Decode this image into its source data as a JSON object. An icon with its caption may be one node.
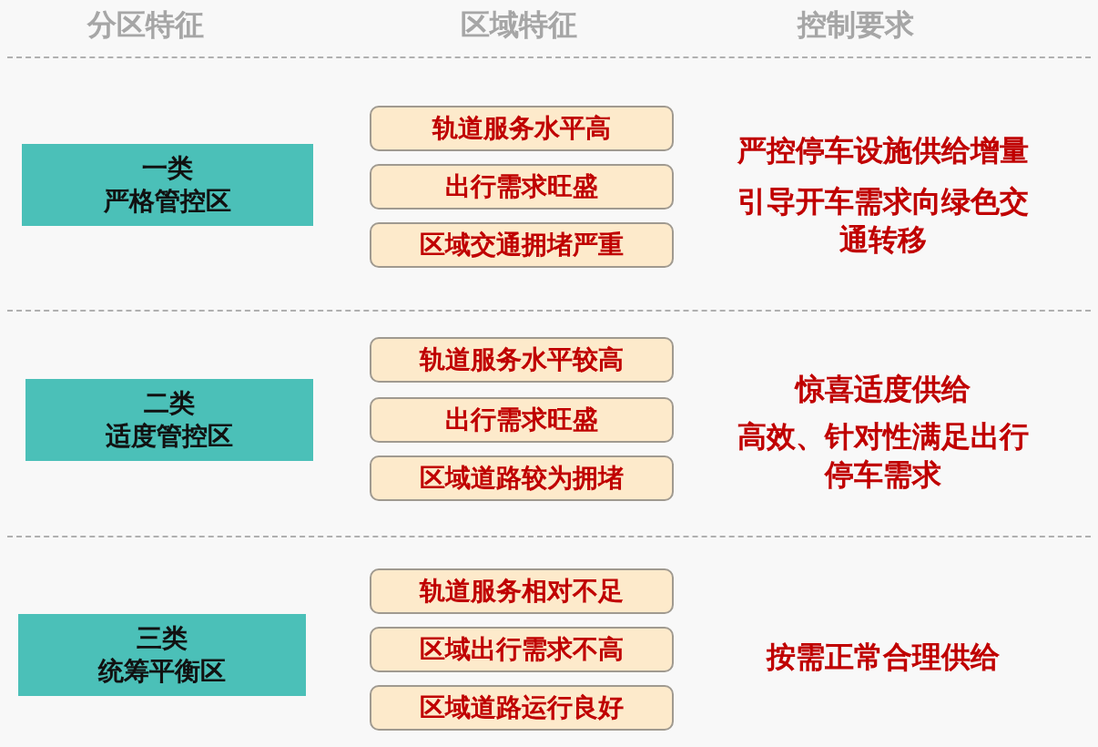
{
  "diagram": {
    "nodes": [
      {
        "text": [
          "一类",
          "严格管控区"
        ]
      },
      {
        "text": [
          "轨道服务水平高"
        ]
      },
      {
        "text": [
          "出行需求旺盛"
        ]
      },
      {
        "text": [
          "区域交通拥堵严重"
        ]
      },
      {
        "text": [
          "二类",
          "适度管控区"
        ]
      },
      {
        "text": [
          "轨道服务水平较高"
        ]
      },
      {
        "text": [
          "出行需求旺盛"
        ]
      },
      {
        "text": [
          "区域道路较为拥堵"
        ]
      },
      {
        "text": [
          "三类",
          "统筹平衡区"
        ]
      },
      {
        "text": [
          "轨道服务相对不足"
        ]
      },
      {
        "text": [
          "区域出行需求不高"
        ]
      },
      {
        "text": [
          "区域道路运行良好"
        ]
      }
    ],
    "labels": [
      "分区特征",
      "区域特征",
      "控制要求",
      "严控停车设施供给增量",
      "引导开车需求向绿色交通转移",
      "惊喜适度供给",
      "高效、针对性满足出行停车需求",
      "按需正常合理供给"
    ]
  }
}
